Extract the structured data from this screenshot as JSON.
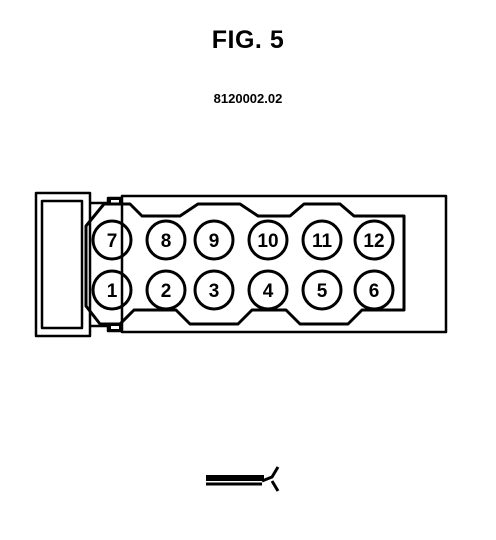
{
  "figure": {
    "title": "FIG. 5",
    "code": "8120002.02"
  },
  "diagram": {
    "top_row_labels": [
      "7",
      "8",
      "9",
      "10",
      "11",
      "12"
    ],
    "bottom_row_labels": [
      "1",
      "2",
      "3",
      "4",
      "5",
      "6"
    ],
    "line_color": "#000000",
    "background_color": "#ffffff"
  }
}
